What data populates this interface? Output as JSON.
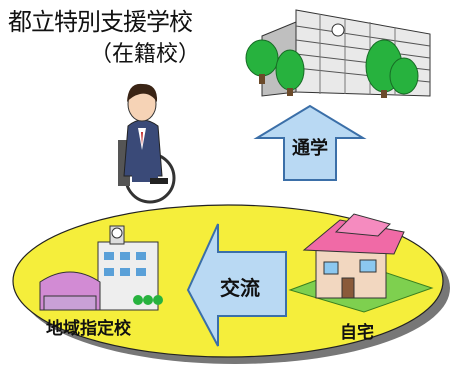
{
  "title": "都立特別支援学校",
  "subtitle": "（在籍校）",
  "labels": {
    "commute": "通学",
    "exchange": "交流",
    "local_school": "地域指定校",
    "home": "自宅"
  },
  "colors": {
    "ellipse_fill": "#f5ee3b",
    "arrow_fill": "#b9d9f3",
    "arrow_stroke": "#3b6fa8",
    "home_roof": "#f06aa6",
    "building_gray": "#9b9b9b",
    "tree_green": "#27b23e"
  },
  "icons": [
    "student-in-wheelchair-icon",
    "special-school-building-icon",
    "local-school-icon",
    "house-icon"
  ]
}
